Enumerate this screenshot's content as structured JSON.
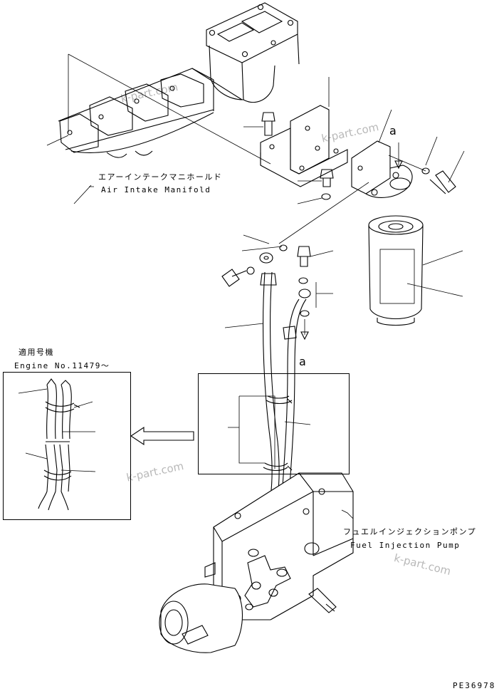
{
  "labels": {
    "air_intake_manifold_jp": "エアーインテークマニホールド",
    "air_intake_manifold_en": "Air Intake Manifold",
    "fuel_injection_pump_jp": "フュエルインジェクションポンプ",
    "fuel_injection_pump_en": "Fuel Injection Pump",
    "applicable_model_jp": "適用号機",
    "engine_number": "Engine No.11479～",
    "drawing_code": "PE36978"
  },
  "callouts": {
    "top_a": "a",
    "mid_a": "a"
  },
  "watermarks": [
    "k-part.com",
    "k-part.com",
    "k-part.com",
    "k-part.com"
  ]
}
